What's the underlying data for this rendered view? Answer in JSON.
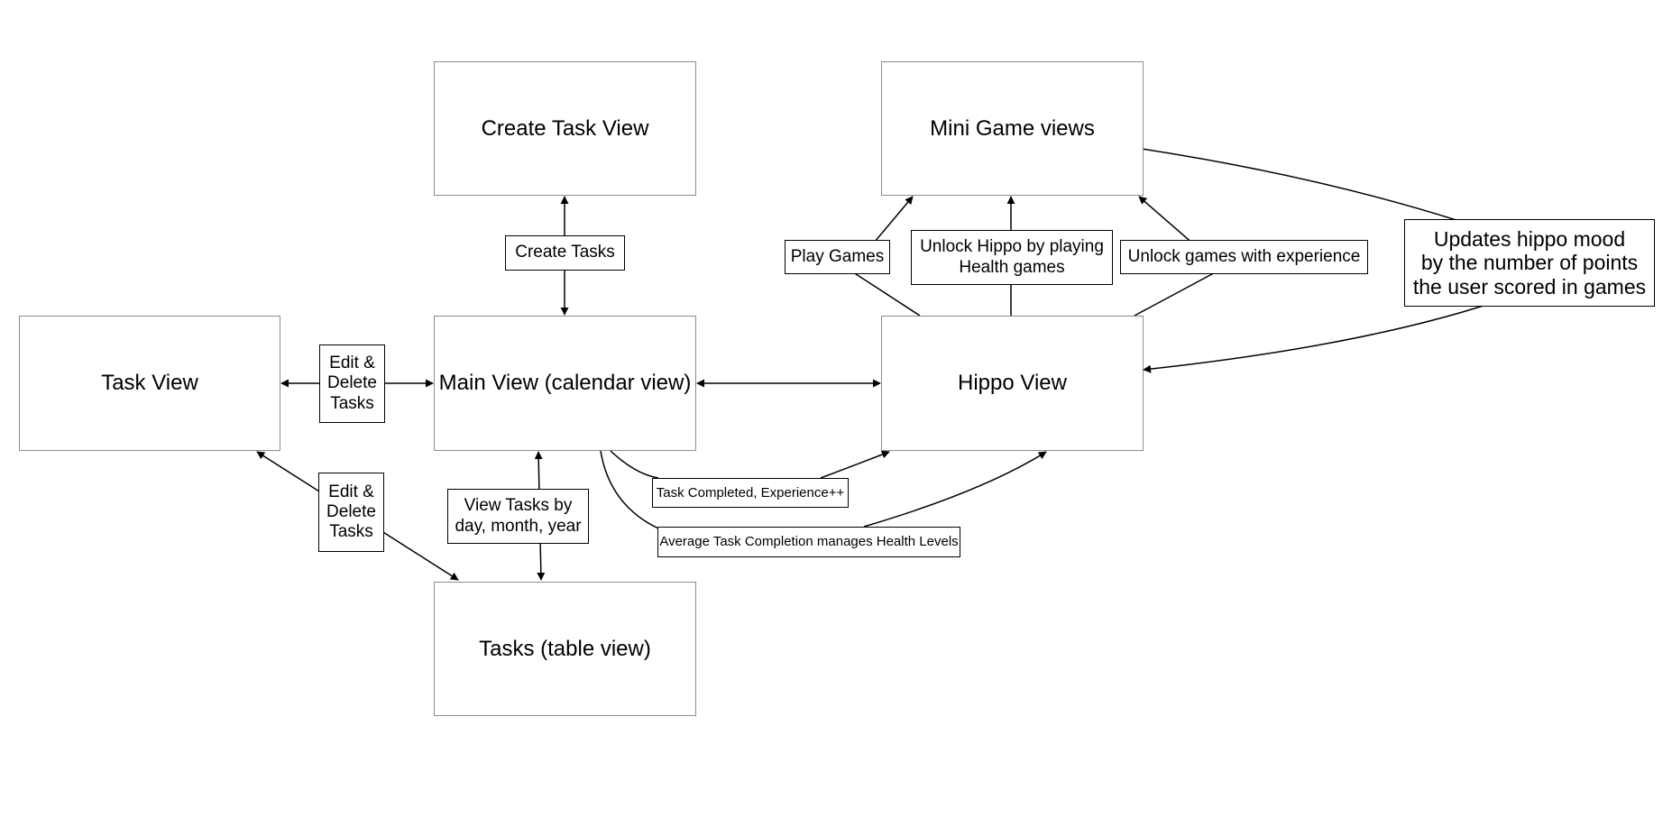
{
  "nodes": {
    "create_task_view": "Create Task View",
    "mini_game_views": "Mini Game views",
    "task_view": "Task View",
    "main_view": "Main View (calendar view)",
    "hippo_view": "Hippo View",
    "tasks_table_view": "Tasks (table view)"
  },
  "edges": {
    "create_tasks": "Create Tasks",
    "edit_delete_top": "Edit &\nDelete\nTasks",
    "edit_delete_bottom": "Edit &\nDelete\nTasks",
    "view_tasks_by": "View Tasks by\nday, month, year",
    "play_games": "Play Games",
    "unlock_hippo": "Unlock Hippo by playing\nHealth games",
    "unlock_games": "Unlock games with experience",
    "updates_mood": "Updates hippo mood\nby the number of points\nthe user scored in games",
    "task_completed": "Task Completed, Experience++",
    "avg_completion": "Average Task Completion manages Health Levels"
  }
}
